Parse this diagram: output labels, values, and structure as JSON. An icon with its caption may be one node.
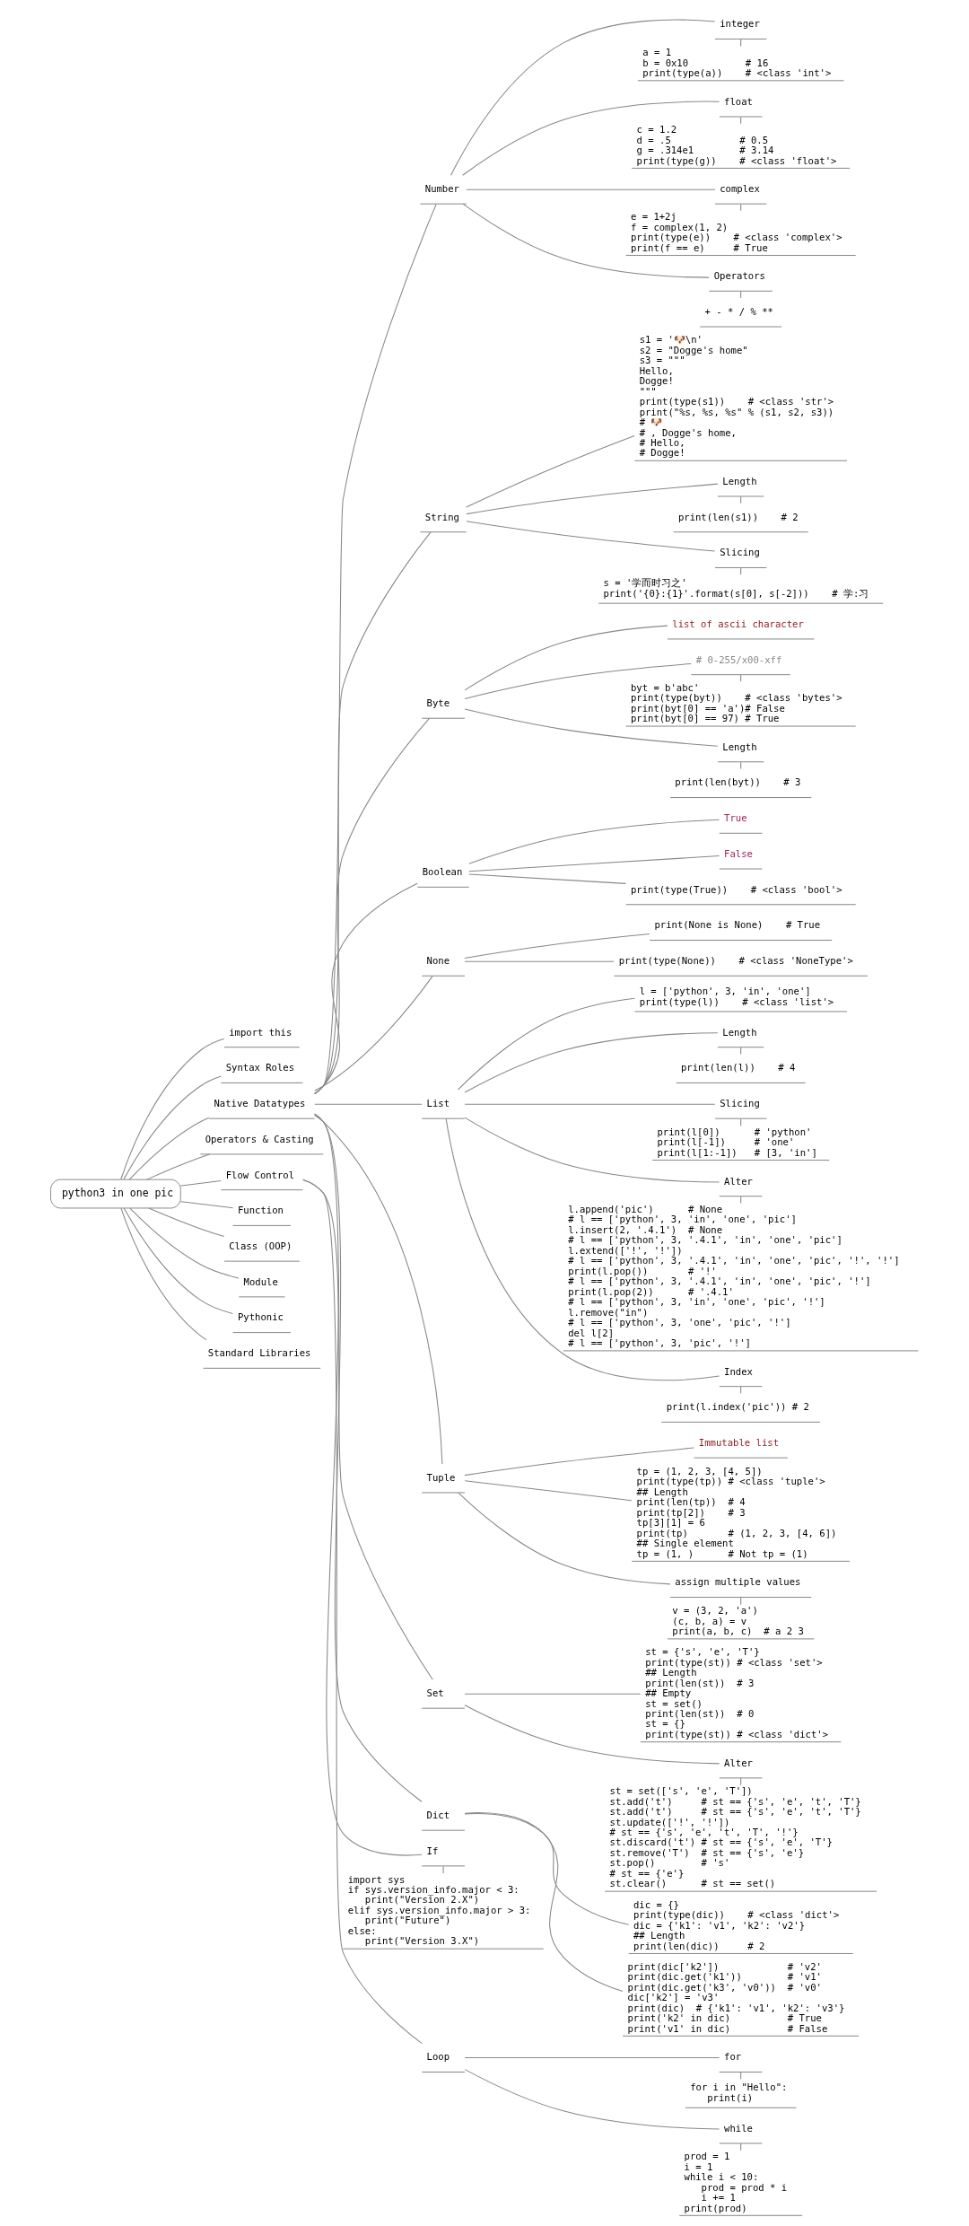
{
  "diagram": {
    "nodes": [
      {
        "text": [
          "python3 in one pic"
        ]
      },
      {
        "text": [
          "import this"
        ]
      },
      {
        "text": [
          "Syntax Roles"
        ]
      },
      {
        "text": [
          "Native Datatypes"
        ]
      },
      {
        "text": [
          "Number"
        ]
      },
      {
        "text": [
          "integer"
        ]
      },
      {
        "text": [
          "a = 1",
          "b = 0x10          # 16",
          "print(type(a))    # <class 'int'>"
        ]
      },
      {
        "text": [
          "float"
        ]
      },
      {
        "text": [
          "c = 1.2",
          "d = .5            # 0.5",
          "g = .314e1        # 3.14",
          "print(type(g))    # <class 'float'>"
        ]
      },
      {
        "text": [
          "complex"
        ]
      },
      {
        "text": [
          "e = 1+2j",
          "f = complex(1, 2)",
          "print(type(e))    # <class 'complex'>",
          "print(f == e)     # True"
        ]
      },
      {
        "text": [
          "Operators"
        ]
      },
      {
        "text": [
          "+ - * / % **"
        ]
      },
      {
        "text": [
          "String"
        ]
      },
      {
        "text": [
          "s1 = '🐶\\n'",
          "s2 = \"Dogge's home\"",
          "s3 = \"\"\"",
          "Hello,",
          "Dogge!",
          "\"\"\"",
          "print(type(s1))    # <class 'str'>",
          "print(\"%s, %s, %s\" % (s1, s2, s3))",
          "# 🐶",
          "# , Dogge's home,",
          "# Hello,",
          "# Dogge!"
        ]
      },
      {
        "text": [
          "Length"
        ]
      },
      {
        "text": [
          "print(len(s1))    # 2"
        ]
      },
      {
        "text": [
          "Slicing"
        ]
      },
      {
        "text": [
          "s = '学而时习之'",
          "print('{0}:{1}'.format(s[0], s[-2]))    # 学:习"
        ]
      },
      {
        "text": [
          "Byte"
        ]
      },
      {
        "text": [
          "list of ascii character"
        ]
      },
      {
        "text": [
          "# 0-255/x00-xff"
        ]
      },
      {
        "text": [
          "byt = b'abc'",
          "print(type(byt))    # <class 'bytes'>",
          "print(byt[0] == 'a')# False",
          "print(byt[0] == 97) # True"
        ]
      },
      {
        "text": [
          "Length"
        ]
      },
      {
        "text": [
          "print(len(byt))    # 3"
        ]
      },
      {
        "text": [
          "Boolean"
        ]
      },
      {
        "text": [
          "True"
        ]
      },
      {
        "text": [
          "False"
        ]
      },
      {
        "text": [
          "print(type(True))    # <class 'bool'>"
        ]
      },
      {
        "text": [
          "None"
        ]
      },
      {
        "text": [
          "print(None is None)    # True"
        ]
      },
      {
        "text": [
          "print(type(None))    # <class 'NoneType'>"
        ]
      },
      {
        "text": [
          "List"
        ]
      },
      {
        "text": [
          "l = ['python', 3, 'in', 'one']",
          "print(type(l))    # <class 'list'>"
        ]
      },
      {
        "text": [
          "Length"
        ]
      },
      {
        "text": [
          "print(len(l))    # 4"
        ]
      },
      {
        "text": [
          "Slicing"
        ]
      },
      {
        "text": [
          "print(l[0])      # 'python'",
          "print(l[-1])     # 'one'",
          "print(l[1:-1])   # [3, 'in']"
        ]
      },
      {
        "text": [
          "Alter"
        ]
      },
      {
        "text": [
          "l.append('pic')      # None",
          "# l == ['python', 3, 'in', 'one', 'pic']",
          "l.insert(2, '.4.1')  # None",
          "# l == ['python', 3, '.4.1', 'in', 'one', 'pic']",
          "l.extend(['!', '!'])",
          "# l == ['python', 3, '.4.1', 'in', 'one', 'pic', '!', '!']",
          "print(l.pop())       # '!'",
          "# l == ['python', 3, '.4.1', 'in', 'one', 'pic', '!']",
          "print(l.pop(2))      # '.4.1'",
          "# l == ['python', 3, 'in', 'one', 'pic', '!']",
          "l.remove(\"in\")",
          "# l == ['python', 3, 'one', 'pic', '!']",
          "del l[2]",
          "# l == ['python', 3, 'pic', '!']"
        ]
      },
      {
        "text": [
          "Index"
        ]
      },
      {
        "text": [
          "print(l.index('pic')) # 2"
        ]
      },
      {
        "text": [
          "Tuple"
        ]
      },
      {
        "text": [
          "Immutable list"
        ]
      },
      {
        "text": [
          "tp = (1, 2, 3, [4, 5])",
          "print(type(tp)) # <class 'tuple'>",
          "## Length",
          "print(len(tp))  # 4",
          "print(tp[2])    # 3",
          "tp[3][1] = 6",
          "print(tp)       # (1, 2, 3, [4, 6])",
          "## Single element",
          "tp = (1, )      # Not tp = (1)"
        ]
      },
      {
        "text": [
          "assign multiple values"
        ]
      },
      {
        "text": [
          "v = (3, 2, 'a')",
          "(c, b, a) = v",
          "print(a, b, c)  # a 2 3"
        ]
      },
      {
        "text": [
          "Set"
        ]
      },
      {
        "text": [
          "st = {'s', 'e', 'T'}",
          "print(type(st)) # <class 'set'>",
          "## Length",
          "print(len(st))  # 3",
          "## Empty",
          "st = set()",
          "print(len(st))  # 0",
          "st = {}",
          "print(type(st)) # <class 'dict'>"
        ]
      },
      {
        "text": [
          "Alter"
        ]
      },
      {
        "text": [
          "st = set(['s', 'e', 'T'])",
          "st.add('t')     # st == {'s', 'e', 't', 'T'}",
          "st.add('t')     # st == {'s', 'e', 't', 'T'}",
          "st.update(['!', '!'])",
          "# st == {'s', 'e', 't', 'T', '!'}",
          "st.discard('t') # st == {'s', 'e', 'T'}",
          "st.remove('T')  # st == {'s', 'e'}",
          "st.pop()        # 's'",
          "# st == {'e'}",
          "st.clear()      # st == set()"
        ]
      },
      {
        "text": [
          "Dict"
        ]
      },
      {
        "text": [
          "dic = {}",
          "print(type(dic))    # <class 'dict'>",
          "dic = {'k1': 'v1', 'k2': 'v2'}",
          "## Length",
          "print(len(dic))     # 2"
        ]
      },
      {
        "text": [
          "print(dic['k2'])            # 'v2'",
          "print(dic.get('k1'))        # 'v1'",
          "print(dic.get('k3', 'v0'))  # 'v0'",
          "dic['k2'] = 'v3'",
          "print(dic)  # {'k1': 'v1', 'k2': 'v3'}",
          "print('k2' in dic)          # True",
          "print('v1' in dic)          # False"
        ]
      },
      {
        "text": [
          "Operators & Casting"
        ]
      },
      {
        "text": [
          "Flow Control"
        ]
      },
      {
        "text": [
          "If"
        ]
      },
      {
        "text": [
          "import sys",
          "if sys.version_info.major < 3:",
          "    print(\"Version 2.X\")",
          "elif sys.version_info.major > 3:",
          "    print(\"Future\")",
          "else:",
          "    print(\"Version 3.X\")"
        ]
      },
      {
        "text": [
          "Loop"
        ]
      },
      {
        "text": [
          "for"
        ]
      },
      {
        "text": [
          "for i in \"Hello\":",
          "    print(i)"
        ]
      },
      {
        "text": [
          "while"
        ]
      },
      {
        "text": [
          "prod = 1",
          "i = 1",
          "while i < 10:",
          "    prod = prod * i",
          "    i += 1",
          "print(prod)"
        ]
      },
      {
        "text": [
          "Function"
        ]
      },
      {
        "text": [
          "Class (OOP)"
        ]
      },
      {
        "text": [
          "Module"
        ]
      },
      {
        "text": [
          "Pythonic"
        ]
      },
      {
        "text": [
          "Standard Libraries"
        ]
      }
    ],
    "edges": [
      {
        "from": 0,
        "to": 1,
        "arrow": "none"
      },
      {
        "from": 0,
        "to": 2,
        "arrow": "none"
      },
      {
        "from": 0,
        "to": 3,
        "arrow": "none"
      },
      {
        "from": 3,
        "to": 4,
        "arrow": "none"
      },
      {
        "from": 4,
        "to": 5,
        "arrow": "none"
      },
      {
        "from": 5,
        "to": 6,
        "arrow": "none"
      },
      {
        "from": 4,
        "to": 7,
        "arrow": "none"
      },
      {
        "from": 7,
        "to": 8,
        "arrow": "none"
      },
      {
        "from": 4,
        "to": 9,
        "arrow": "none"
      },
      {
        "from": 9,
        "to": 10,
        "arrow": "none"
      },
      {
        "from": 4,
        "to": 11,
        "arrow": "none"
      },
      {
        "from": 11,
        "to": 12,
        "arrow": "none"
      },
      {
        "from": 3,
        "to": 13,
        "arrow": "none"
      },
      {
        "from": 13,
        "to": 14,
        "arrow": "none"
      },
      {
        "from": 13,
        "to": 15,
        "arrow": "none"
      },
      {
        "from": 15,
        "to": 16,
        "arrow": "none"
      },
      {
        "from": 13,
        "to": 17,
        "arrow": "none"
      },
      {
        "from": 17,
        "to": 18,
        "arrow": "none"
      },
      {
        "from": 3,
        "to": 19,
        "arrow": "none"
      },
      {
        "from": 19,
        "to": 20,
        "arrow": "none"
      },
      {
        "from": 19,
        "to": 21,
        "arrow": "none"
      },
      {
        "from": 21,
        "to": 22,
        "arrow": "none"
      },
      {
        "from": 19,
        "to": 23,
        "arrow": "none"
      },
      {
        "from": 23,
        "to": 24,
        "arrow": "none"
      },
      {
        "from": 3,
        "to": 25,
        "arrow": "none"
      },
      {
        "from": 25,
        "to": 26,
        "arrow": "none"
      },
      {
        "from": 25,
        "to": 27,
        "arrow": "none"
      },
      {
        "from": 25,
        "to": 28,
        "arrow": "none"
      },
      {
        "from": 3,
        "to": 29,
        "arrow": "none"
      },
      {
        "from": 29,
        "to": 30,
        "arrow": "none"
      },
      {
        "from": 29,
        "to": 31,
        "arrow": "none"
      },
      {
        "from": 3,
        "to": 32,
        "arrow": "none"
      },
      {
        "from": 32,
        "to": 33,
        "arrow": "none"
      },
      {
        "from": 32,
        "to": 34,
        "arrow": "none"
      },
      {
        "from": 34,
        "to": 35,
        "arrow": "none"
      },
      {
        "from": 32,
        "to": 36,
        "arrow": "none"
      },
      {
        "from": 36,
        "to": 37,
        "arrow": "none"
      },
      {
        "from": 32,
        "to": 38,
        "arrow": "none"
      },
      {
        "from": 38,
        "to": 39,
        "arrow": "none"
      },
      {
        "from": 32,
        "to": 40,
        "arrow": "none"
      },
      {
        "from": 40,
        "to": 41,
        "arrow": "none"
      },
      {
        "from": 3,
        "to": 42,
        "arrow": "none"
      },
      {
        "from": 42,
        "to": 43,
        "arrow": "none"
      },
      {
        "from": 42,
        "to": 44,
        "arrow": "none"
      },
      {
        "from": 42,
        "to": 45,
        "arrow": "none"
      },
      {
        "from": 45,
        "to": 46,
        "arrow": "none"
      },
      {
        "from": 3,
        "to": 47,
        "arrow": "none"
      },
      {
        "from": 47,
        "to": 48,
        "arrow": "none"
      },
      {
        "from": 47,
        "to": 49,
        "arrow": "none"
      },
      {
        "from": 49,
        "to": 50,
        "arrow": "none"
      },
      {
        "from": 3,
        "to": 51,
        "arrow": "none"
      },
      {
        "from": 51,
        "to": 52,
        "arrow": "none"
      },
      {
        "from": 51,
        "to": 53,
        "arrow": "none"
      },
      {
        "from": 0,
        "to": 54,
        "arrow": "none"
      },
      {
        "from": 0,
        "to": 55,
        "arrow": "none"
      },
      {
        "from": 55,
        "to": 56,
        "arrow": "none"
      },
      {
        "from": 56,
        "to": 57,
        "arrow": "none"
      },
      {
        "from": 55,
        "to": 58,
        "arrow": "none"
      },
      {
        "from": 58,
        "to": 59,
        "arrow": "none"
      },
      {
        "from": 59,
        "to": 60,
        "arrow": "none"
      },
      {
        "from": 58,
        "to": 61,
        "arrow": "none"
      },
      {
        "from": 61,
        "to": 62,
        "arrow": "none"
      },
      {
        "from": 0,
        "to": 63,
        "arrow": "none"
      },
      {
        "from": 0,
        "to": 64,
        "arrow": "none"
      },
      {
        "from": 0,
        "to": 65,
        "arrow": "none"
      },
      {
        "from": 0,
        "to": 66,
        "arrow": "none"
      },
      {
        "from": 0,
        "to": 67,
        "arrow": "none"
      }
    ]
  }
}
